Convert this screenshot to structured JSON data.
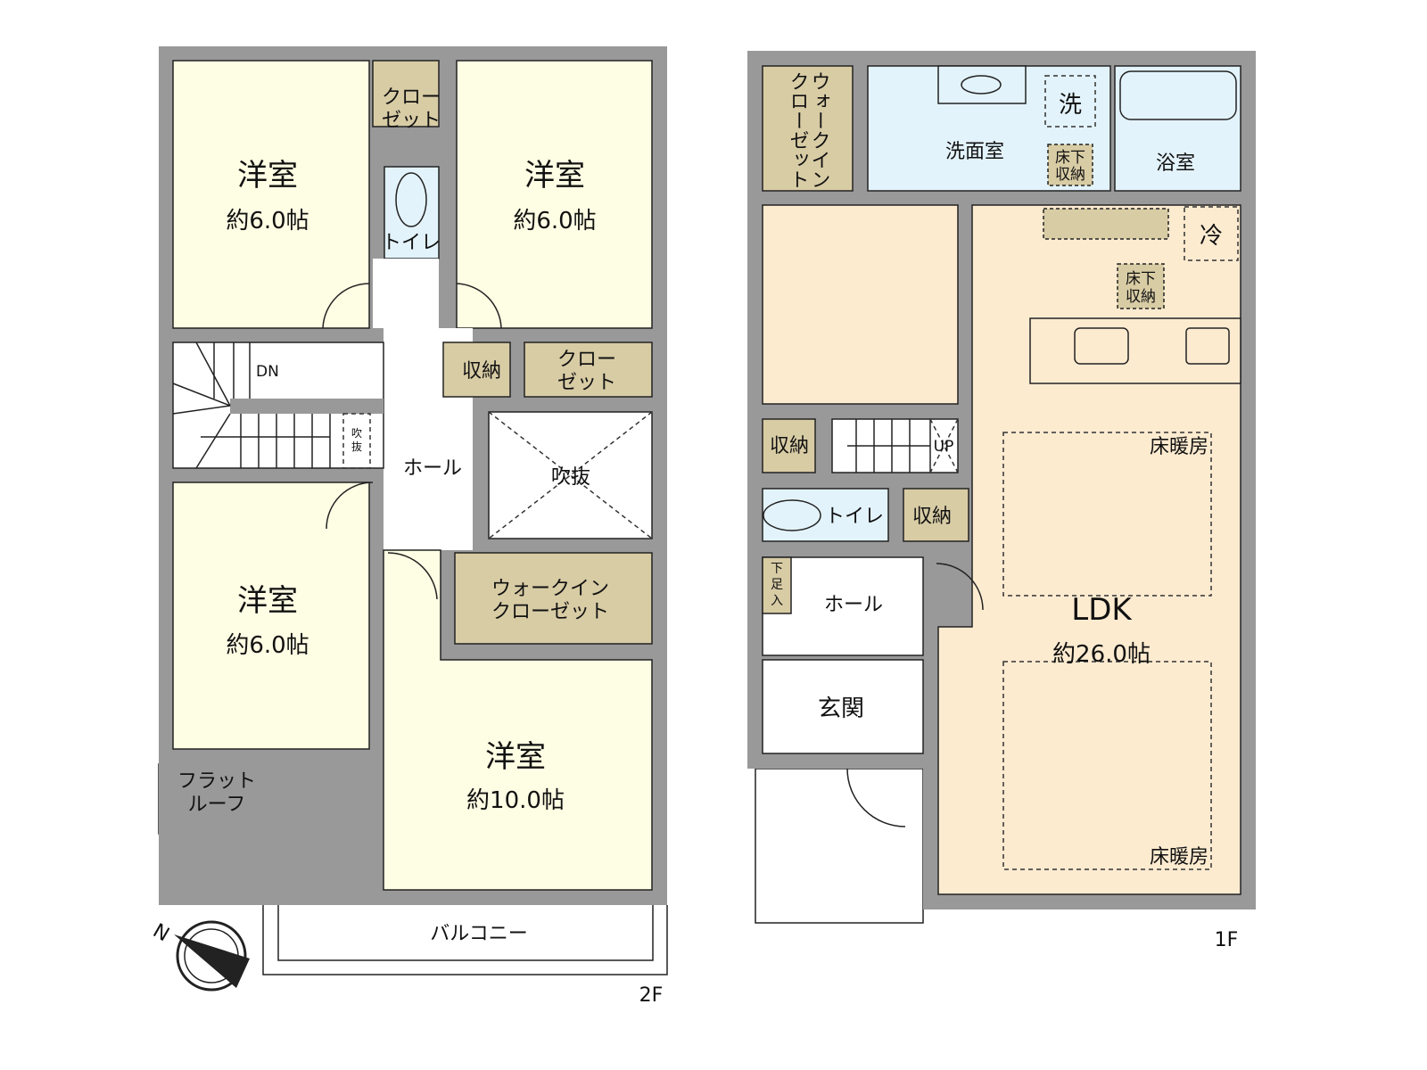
{
  "floors": {
    "second": {
      "label": "2F",
      "rooms": {
        "bed_tl": {
          "name": "洋室",
          "size": "約6.0帖"
        },
        "bed_tr": {
          "name": "洋室",
          "size": "約6.0帖"
        },
        "bed_bl": {
          "name": "洋室",
          "size": "約6.0帖"
        },
        "bed_br": {
          "name": "洋室",
          "size": "約10.0帖"
        },
        "closet_tl": [
          "クロー",
          "ゼット"
        ],
        "closet_r": [
          "クロー",
          "ゼット"
        ],
        "toilet": "トイレ",
        "storage": "収納",
        "hall": "ホール",
        "void": "吹抜",
        "stair_void": [
          "吹",
          "抜"
        ],
        "stair_dir": "DN",
        "wic": [
          "ウォークイン",
          "クローゼット"
        ],
        "flat_roof": [
          "フラット",
          "ルーフ"
        ],
        "balcony": "バルコニー"
      }
    },
    "first": {
      "label": "1F",
      "rooms": {
        "wic_vertical": [
          "ウォークイン",
          "クローゼット"
        ],
        "washroom": "洗面室",
        "washer": "洗",
        "underfloor_1": [
          "床下",
          "収納"
        ],
        "bath": "浴室",
        "fridge": "冷",
        "underfloor_2": [
          "床下",
          "収納"
        ],
        "storage_1": "収納",
        "stair_dir": "UP",
        "toilet": "トイレ",
        "storage_2": "収納",
        "shoe": [
          "下",
          "足",
          "入"
        ],
        "hall": "ホール",
        "entrance": "玄関",
        "ldk": {
          "name": "LDK",
          "size": "約26.0帖"
        },
        "floor_heat_1": "床暖房",
        "floor_heat_2": "床暖房"
      }
    }
  },
  "compass": {
    "label": "N",
    "icon": "north-arrow-icon"
  },
  "colors": {
    "wall": "#999999",
    "bedroom": "#fefee4",
    "storage": "#d8cca5",
    "wet": "#e3f3fb",
    "ldk": "#fdebd0"
  }
}
